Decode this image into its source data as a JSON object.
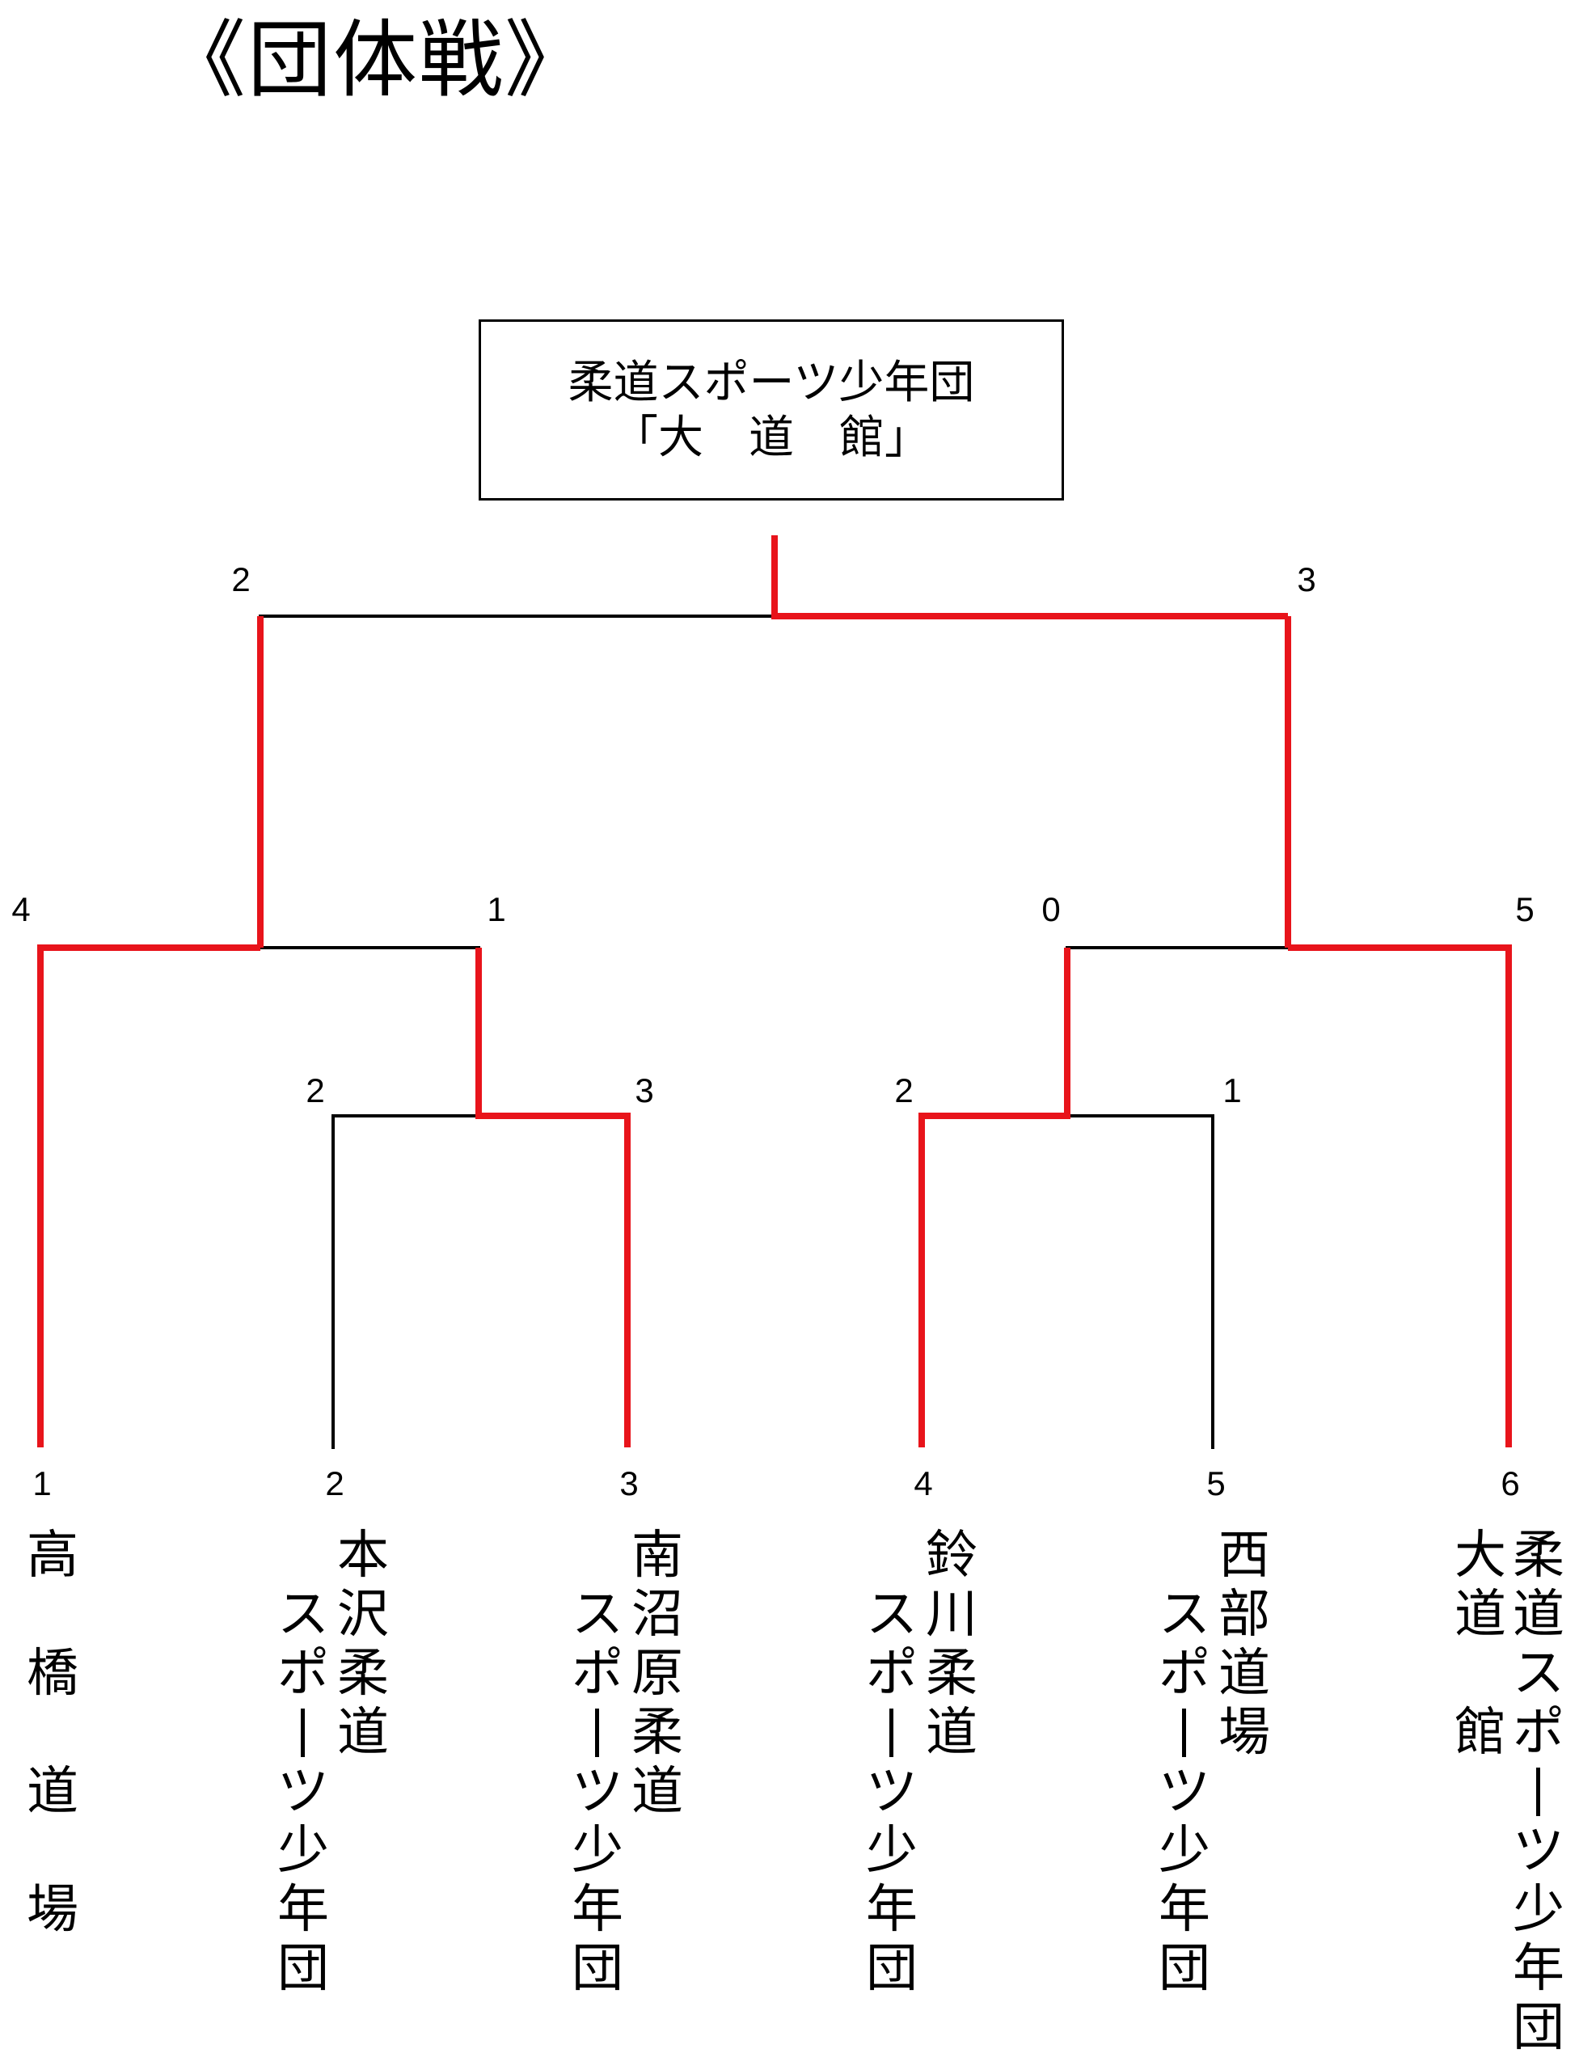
{
  "title": "《団体戦》",
  "champion": {
    "line1": "柔道スポーツ少年団",
    "line2": "「大　道　館」"
  },
  "colors": {
    "winner_line": "#e8141b",
    "loser_line": "#000000"
  },
  "final": {
    "left_score": "2",
    "right_score": "3"
  },
  "semifinals": [
    {
      "left_score": "4",
      "right_score": "1"
    },
    {
      "left_score": "0",
      "right_score": "5"
    }
  ],
  "first_round": [
    {
      "left_score": "2",
      "right_score": "3"
    },
    {
      "left_score": "2",
      "right_score": "1"
    }
  ],
  "teams": [
    {
      "seed": "1",
      "col1": [
        "高",
        "橋",
        "道",
        "場"
      ]
    },
    {
      "seed": "2",
      "col1": [
        "ス",
        "ポ",
        "ー",
        "ツ",
        "少",
        "年",
        "団"
      ],
      "col2": [
        "本",
        "沢",
        "柔",
        "道"
      ]
    },
    {
      "seed": "3",
      "col1": [
        "ス",
        "ポ",
        "ー",
        "ツ",
        "少",
        "年",
        "団"
      ],
      "col2": [
        "南",
        "沼",
        "原",
        "柔",
        "道"
      ]
    },
    {
      "seed": "4",
      "col1": [
        "ス",
        "ポ",
        "ー",
        "ツ",
        "少",
        "年",
        "団"
      ],
      "col2": [
        "鈴",
        "川",
        "柔",
        "道"
      ]
    },
    {
      "seed": "5",
      "col1": [
        "ス",
        "ポ",
        "ー",
        "ツ",
        "少",
        "年",
        "団"
      ],
      "col2": [
        "西",
        "部",
        "道",
        "場"
      ]
    },
    {
      "seed": "6",
      "col1": [
        "大",
        "道",
        "",
        "館"
      ],
      "col2": [
        "柔",
        "道",
        "ス",
        "ポ",
        "ー",
        "ツ",
        "少",
        "年",
        "団"
      ]
    }
  ]
}
